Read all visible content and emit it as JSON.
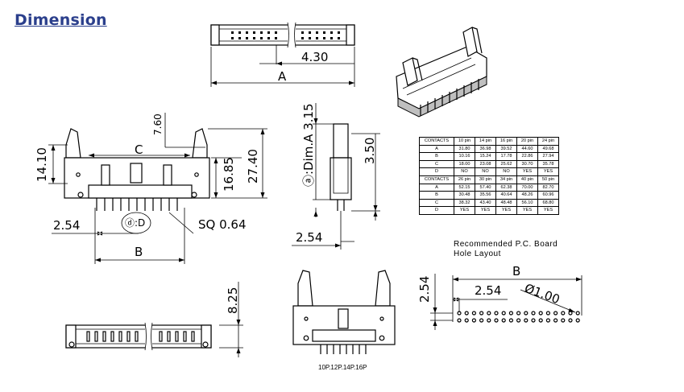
{
  "heading": "Dimension",
  "labels": {
    "dim_4_30": "4.30",
    "dim_A_top": "A",
    "dim_7_60": "7.60",
    "dim_C": "C",
    "dim_14_10": "14.10",
    "dim_16_85": "16.85",
    "dim_27_40": "27.40",
    "dim_2_54_left": "2.54",
    "dim_d_D": "ⓓ:D",
    "dim_SQ": "SQ  0.64",
    "dim_B_left": "B",
    "dim_a_dimA": "ⓐ:Dim.A 3.15",
    "dim_3_50": "3.50",
    "dim_2_54_side": "2.54",
    "dim_8_25": "8.25",
    "dim_B_pcb": "B",
    "dim_2_54_pcb_v": "2.54",
    "dim_2_54_pcb_h": "2.54",
    "dim_phi": "Ø1.00",
    "pcb_title_1": "Recommended  P.C.  Board",
    "pcb_title_2": "Hole  Layout",
    "caption": "10P.12P.14P.16P"
  },
  "table": {
    "rows": [
      [
        "CONTACTS",
        "10 pin",
        "14 pin",
        "16 pin",
        "20 pin",
        "24 pin"
      ],
      [
        "A",
        "31.80",
        "36.98",
        "39.52",
        "44.60",
        "49.68"
      ],
      [
        "B",
        "10.16",
        "15.24",
        "17.78",
        "22.86",
        "27.94"
      ],
      [
        "C",
        "18.00",
        "23.08",
        "25.62",
        "30.70",
        "35.78"
      ],
      [
        "D",
        "NO",
        "NO",
        "NO",
        "YES",
        "YES"
      ],
      [
        "CONTACTS",
        "26 pin",
        "30 pin",
        "34 pin",
        "40 pin",
        "50 pin"
      ],
      [
        "A",
        "52.15",
        "57.40",
        "62.38",
        "70.00",
        "82.70"
      ],
      [
        "B",
        "30.48",
        "35.56",
        "40.64",
        "48.26",
        "60.96"
      ],
      [
        "C",
        "38.32",
        "43.40",
        "48.48",
        "56.10",
        "68.80"
      ],
      [
        "D",
        "YES",
        "YES",
        "YES",
        "YES",
        "YES"
      ]
    ]
  }
}
